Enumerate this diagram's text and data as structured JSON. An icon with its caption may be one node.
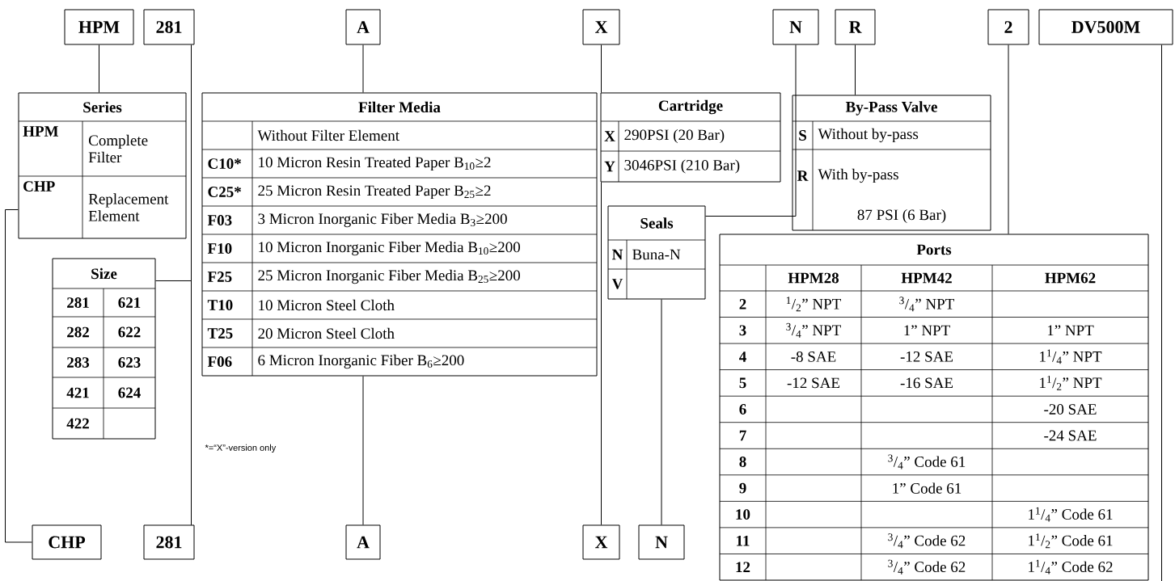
{
  "diagram": {
    "nodes": [
      {
        "text": [
          "HPM"
        ]
      },
      {
        "text": [
          "281"
        ]
      },
      {
        "text": [
          "A"
        ]
      },
      {
        "text": [
          "X"
        ]
      },
      {
        "text": [
          "N"
        ]
      },
      {
        "text": [
          "R"
        ]
      },
      {
        "text": [
          "2"
        ]
      },
      {
        "text": [
          "DV500M"
        ]
      },
      {
        "text": [
          "Series",
          "HPM",
          "Complete Filter",
          "CHP",
          "Replacement Element"
        ]
      },
      {
        "text": [
          "Size",
          "281",
          "621",
          "282",
          "622",
          "283",
          "623",
          "421",
          "624",
          "422"
        ]
      },
      {
        "text": [
          "Filter Media",
          "Without Filter Element",
          "C10*",
          "10 Micron Resin Treated Paper B$_{10}$≥2",
          "C25*",
          "25 Micron Resin Treated Paper B$_{25}$≥2",
          "F03",
          "3  Micron Inorganic Fiber Media B$_{3}$≥200",
          "F10",
          "10 Micron Inorganic Fiber Media B$_{10}$≥200",
          "F25",
          "25 Micron Inorganic Fiber Media B$_{25}$≥200",
          "T10",
          "10 Micron Steel Cloth",
          "T25",
          "20 Micron Steel Cloth",
          "F06",
          "6 Micron Inorganic Fiber B$_{6}$≥200"
        ]
      },
      {
        "text": [
          "Cartridge",
          "X",
          "290PSI (20 Bar)",
          "Y",
          "3046PSI (210 Bar)"
        ]
      },
      {
        "text": [
          "By-Pass Valve",
          "S",
          "Without by-pass",
          "R",
          "With by-pass",
          "87 PSI (6 Bar)"
        ]
      },
      {
        "text": [
          "Seals",
          "N",
          "Buna-N",
          "V"
        ]
      },
      {
        "text": [
          "Ports",
          "HPM28",
          "HPM42",
          "HPM62",
          "2",
          "$^{1}$/$_{2}$” NPT",
          "$^{3}$/$_{4}$” NPT",
          "3",
          "$^{3}$/$_{4}$” NPT",
          "1” NPT",
          "1” NPT",
          "4",
          "-8 SAE",
          "-12 SAE",
          "1$^{1}$/$_{4}$” NPT",
          "5",
          "-12 SAE",
          "-16 SAE",
          "1$^{1}$/$_{2}$” NPT",
          "6",
          "-20 SAE",
          "7",
          "-24 SAE",
          "8",
          "$^{3}$/$_{4}$” Code 61",
          "9",
          "1” Code 61",
          "10",
          "1$^{1}$/$_{4}$” Code 61",
          "11",
          "$^{3}$/$_{4}$” Code 62",
          "1$^{1}$/$_{2}$” Code 61",
          "12",
          "$^{3}$/$_{4}$” Code 62",
          "1$^{1}$/$_{4}$” Code 62"
        ]
      },
      {
        "text": [
          "CHP"
        ]
      },
      {
        "text": [
          "281"
        ]
      },
      {
        "text": [
          "A"
        ]
      },
      {
        "text": [
          "X"
        ]
      },
      {
        "text": [
          "N"
        ]
      }
    ],
    "edges": [
      {
        "from": 0,
        "to": 8,
        "arrow": "none"
      },
      {
        "from": 1,
        "to": 16,
        "arrow": "none"
      },
      {
        "from": 9,
        "to": 16,
        "arrow": "none"
      },
      {
        "from": 8,
        "to": 15,
        "arrow": "none"
      },
      {
        "from": 2,
        "to": 10,
        "arrow": "none"
      },
      {
        "from": 10,
        "to": 17,
        "arrow": "none"
      },
      {
        "from": 3,
        "to": 11,
        "arrow": "none"
      },
      {
        "from": 11,
        "to": 18,
        "arrow": "none"
      },
      {
        "from": 4,
        "to": 13,
        "arrow": "none"
      },
      {
        "from": 13,
        "to": 19,
        "arrow": "none"
      },
      {
        "from": 5,
        "to": 12,
        "arrow": "none"
      },
      {
        "from": 6,
        "to": 14,
        "arrow": "none"
      },
      {
        "from": 7,
        "to": null,
        "arrow": "none"
      }
    ],
    "labels": [
      "*=“X”-version only"
    ]
  }
}
